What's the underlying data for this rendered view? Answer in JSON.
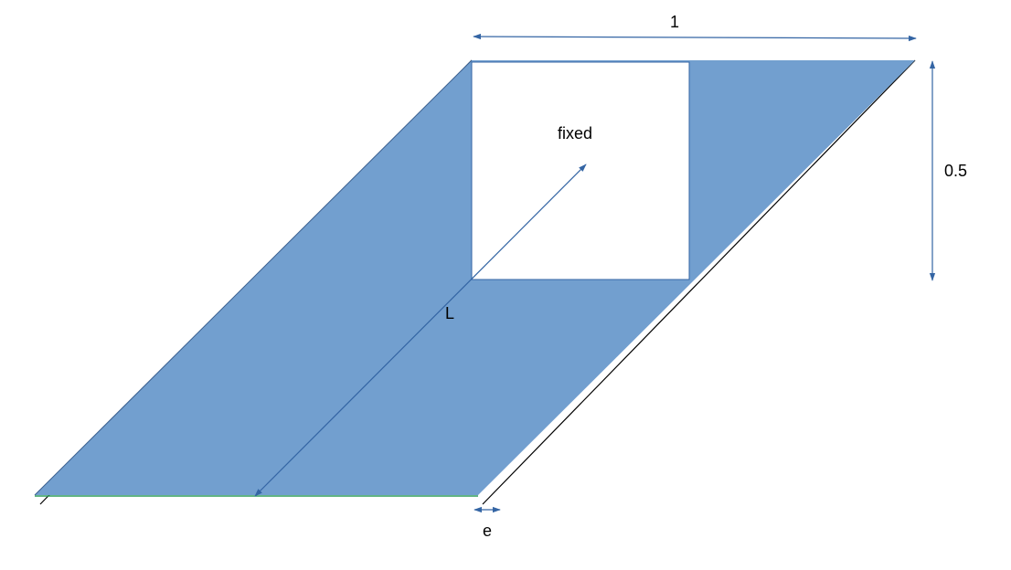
{
  "labels": {
    "width": "1",
    "height": "0.5",
    "fixed": "fixed",
    "length": "L",
    "thickness": "e"
  },
  "colors": {
    "plate_fill": "#729fcf",
    "arrow": "#3465a4",
    "edge": "#000000",
    "bottom_edge": "#2e9b5b"
  }
}
